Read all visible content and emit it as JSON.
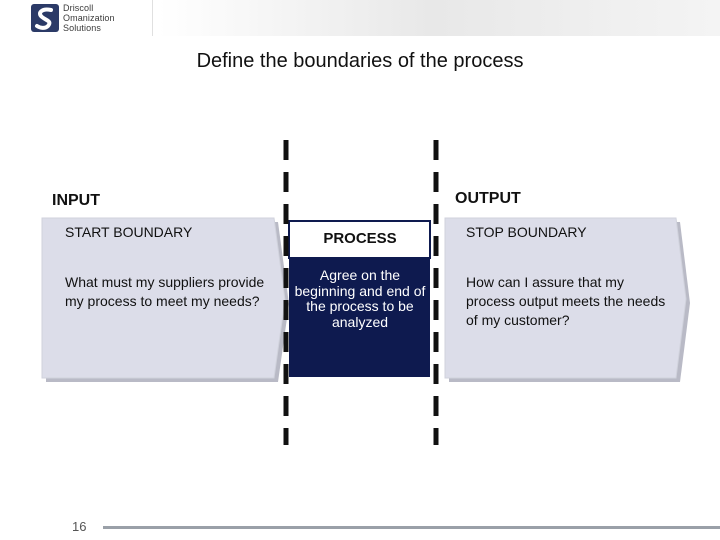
{
  "logo": {
    "text": "Driscoll\nOmanization\nSolutions",
    "icon": "s-logo-icon",
    "color": "#2b3a67"
  },
  "title": "Define the boundaries of the process",
  "labels": {
    "input": "INPUT",
    "output": "OUTPUT"
  },
  "start": {
    "heading": "START BOUNDARY",
    "text": "What must my suppliers provide my process to meet my needs?"
  },
  "process": {
    "heading": "PROCESS",
    "text": "Agree on the beginning and end of the process to be analyzed"
  },
  "stop": {
    "heading": "STOP BOUNDARY",
    "text": "How can I assure that my process output meets the needs of my customer?"
  },
  "footer": {
    "page_number": "16"
  },
  "colors": {
    "box_fill": "#dcdde9",
    "process_fill": "#0e1a4f",
    "boundary_dash": "#111111"
  }
}
